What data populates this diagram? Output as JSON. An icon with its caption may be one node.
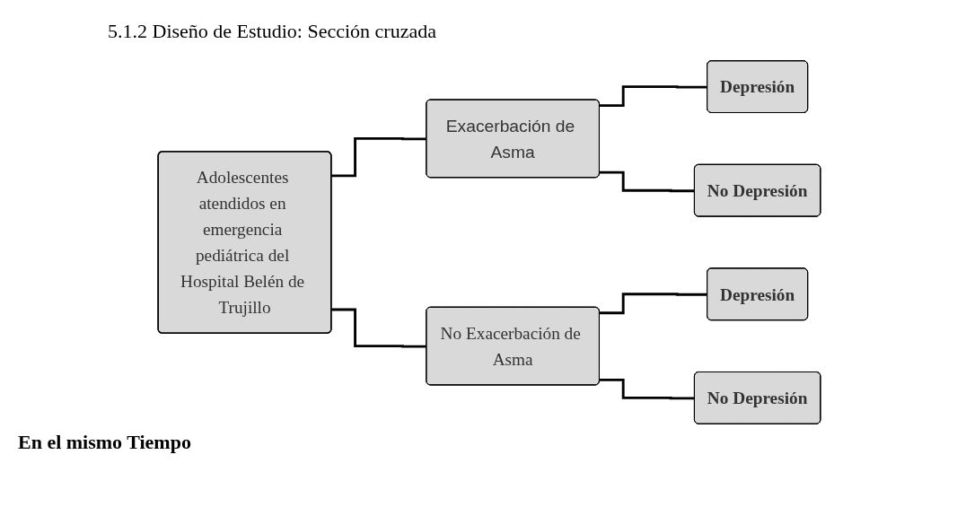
{
  "diagram": {
    "title": "5.1.2 Diseño de Estudio: Sección cruzada",
    "nodes": [
      {
        "text": [
          "Adolescentes atendidos en emergencia pediátrica del Hospital Belén de Trujillo"
        ]
      },
      {
        "text": [
          "Exacerbación de Asma"
        ]
      },
      {
        "text": [
          "No Exacerbación de Asma"
        ]
      },
      {
        "text": [
          "Depresión"
        ]
      },
      {
        "text": [
          "No Depresión"
        ]
      },
      {
        "text": [
          "Depresión"
        ]
      },
      {
        "text": [
          "No Depresión"
        ]
      }
    ],
    "edges": [
      {
        "from": 0,
        "to": 1,
        "arrow": "none"
      },
      {
        "from": 0,
        "to": 2,
        "arrow": "none"
      },
      {
        "from": 1,
        "to": 3,
        "arrow": "none"
      },
      {
        "from": 1,
        "to": 4,
        "arrow": "none"
      },
      {
        "from": 2,
        "to": 5,
        "arrow": "none"
      },
      {
        "from": 2,
        "to": 6,
        "arrow": "none"
      }
    ],
    "labels": [
      "En el mismo Tiempo"
    ]
  }
}
